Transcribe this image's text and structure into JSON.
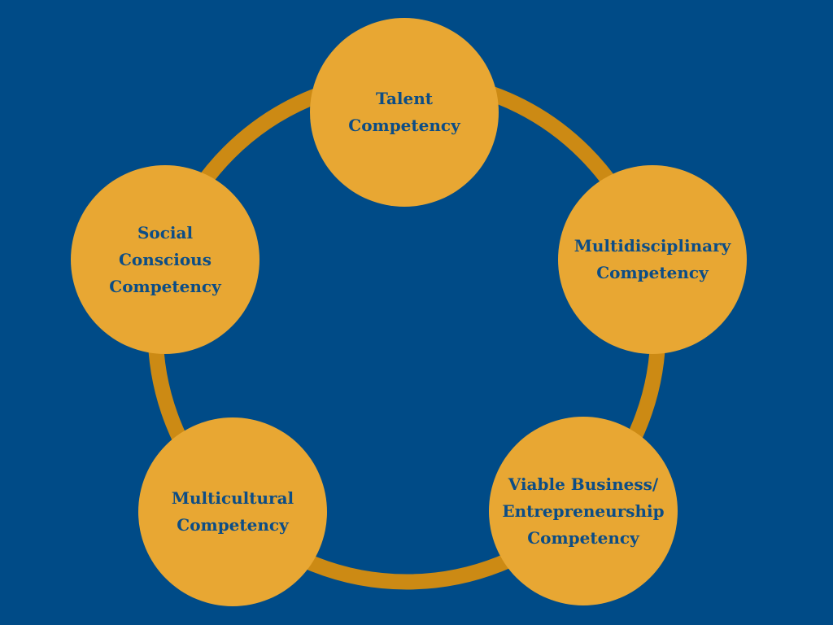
{
  "diagram": {
    "colors": {
      "background": "#004b87",
      "ring": "#cc8a14",
      "node_fill": "#e8a733",
      "node_text": "#0c4d86"
    },
    "nodes": [
      {
        "id": "talent",
        "label": "Talent\nCompetency"
      },
      {
        "id": "multidisciplinary",
        "label": "Multidisciplinary\nCompetency"
      },
      {
        "id": "viable-business",
        "label": "Viable Business/\nEntrepreneurship\nCompetency"
      },
      {
        "id": "multicultural",
        "label": "Multicultural\nCompetency"
      },
      {
        "id": "social-conscious",
        "label": "Social\nConscious\nCompetency"
      }
    ]
  }
}
